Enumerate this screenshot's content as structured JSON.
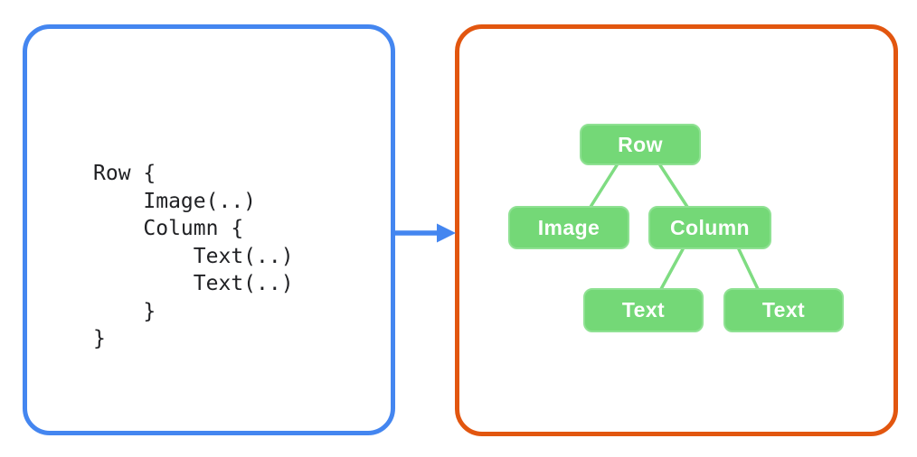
{
  "figure": {
    "code_panel": {
      "lines": [
        "Row {",
        "    Image(..)",
        "    Column {",
        "        Text(..)",
        "        Text(..)",
        "    }",
        "}"
      ]
    },
    "tree_panel": {
      "nodes": [
        {
          "id": "row",
          "label": "Row"
        },
        {
          "id": "image",
          "label": "Image"
        },
        {
          "id": "column",
          "label": "Column"
        },
        {
          "id": "text-left",
          "label": "Text"
        },
        {
          "id": "text-right",
          "label": "Text"
        }
      ],
      "edges": [
        {
          "from": "row",
          "to": "image"
        },
        {
          "from": "row",
          "to": "column"
        },
        {
          "from": "column",
          "to": "text-left"
        },
        {
          "from": "column",
          "to": "text-right"
        }
      ]
    }
  },
  "colors": {
    "background": "#FFFFFF",
    "code_panel_border": "#4486F0",
    "tree_panel_border": "#E2560F",
    "arrow_blue": "#4486F0",
    "node_fill": "#74D877",
    "node_border": "#8FE193",
    "edge_green": "#7FDC82",
    "node_text": "#FFFFFF",
    "code_text": "#202124"
  }
}
